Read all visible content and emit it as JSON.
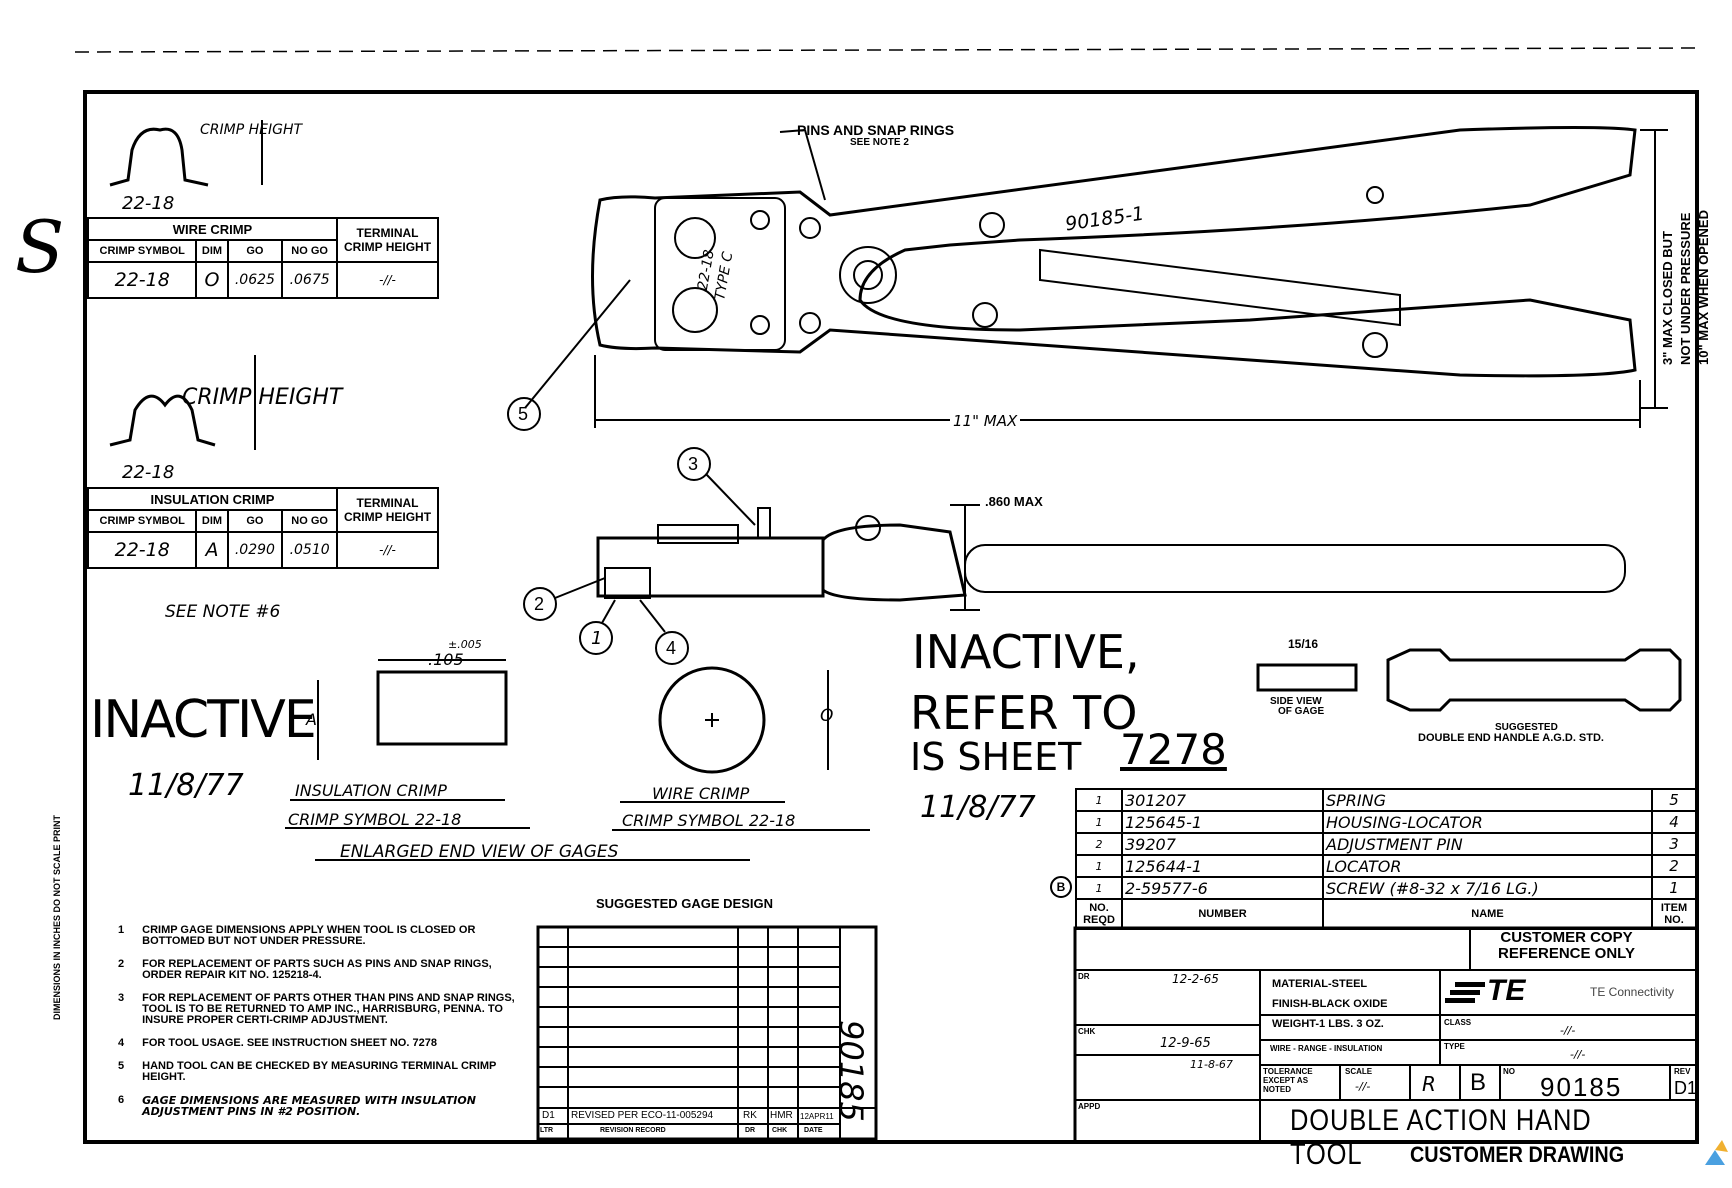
{
  "wire_crimp": {
    "detail_label": "CRIMP HEIGHT",
    "size": "22-18",
    "title": "WIRE CRIMP",
    "terminal_header": "TERMINAL CRIMP HEIGHT",
    "headers": [
      "CRIMP SYMBOL",
      "DIM",
      "GO",
      "NO GO"
    ],
    "row": [
      "22-18",
      "O",
      ".0625",
      ".0675"
    ],
    "terminal_value": "-//-"
  },
  "insulation_crimp": {
    "detail_label": "CRIMP HEIGHT",
    "size": "22-18",
    "title": "INSULATION CRIMP",
    "terminal_header": "TERMINAL CRIMP HEIGHT",
    "headers": [
      "CRIMP SYMBOL",
      "DIM",
      "GO",
      "NO GO"
    ],
    "row": [
      "22-18",
      "A",
      ".0290",
      ".0510"
    ],
    "terminal_value": "-//-",
    "see_note": "SEE NOTE #6"
  },
  "tool": {
    "pins_label": "PINS AND SNAP RINGS",
    "pins_sub": "SEE NOTE 2",
    "part_no": "90185-1",
    "die_marking": "22-18",
    "die_type": "TYPE C",
    "length": "11\" MAX",
    "opening_1": "3\" MAX CLOSED BUT",
    "opening_2": "NOT UNDER PRESSURE",
    "opening_3": "10\" MAX WHEN OPENED",
    "thickness": ".860 MAX",
    "callouts": [
      "1",
      "2",
      "3",
      "4",
      "5"
    ]
  },
  "gages": {
    "tolerance": "±.005",
    "width": ".105",
    "dim_a": "A",
    "dim_o": "O",
    "insulation_title": "INSULATION CRIMP",
    "insulation_symbol": "CRIMP SYMBOL 22-18",
    "wire_title": "WIRE CRIMP",
    "wire_symbol": "CRIMP SYMBOL 22-18",
    "section_title": "ENLARGED END VIEW OF GAGES",
    "side_dim": "15/16",
    "side_label_1": "SIDE VIEW",
    "side_label_2": "OF GAGE",
    "handle_label_1": "SUGGESTED",
    "handle_label_2": "DOUBLE END HANDLE A.G.D. STD.",
    "suggested_title": "SUGGESTED GAGE DESIGN"
  },
  "stamps": {
    "inactive_left": "INACTIVE",
    "date_left": "11/8/77",
    "inactive_right_1": "INACTIVE,",
    "inactive_right_2": "REFER TO",
    "inactive_right_3": "IS SHEET",
    "sheet_ref": "7278",
    "date_right": "11/8/77",
    "margin_mark": "S"
  },
  "parts": [
    {
      "qty": "1",
      "number": "301207",
      "name": "SPRING",
      "item": "5"
    },
    {
      "qty": "1",
      "number": "125645-1",
      "name": "HOUSING-LOCATOR",
      "item": "4"
    },
    {
      "qty": "2",
      "number": "39207",
      "name": "ADJUSTMENT PIN",
      "item": "3"
    },
    {
      "qty": "1",
      "number": "125644-1",
      "name": "LOCATOR",
      "item": "2"
    },
    {
      "qty": "1",
      "number": "2-59577-6",
      "name": "SCREW (#8-32 x 7/16 LG.)",
      "item": "1"
    }
  ],
  "parts_headers": {
    "qty": "NO. REQD",
    "number": "NUMBER",
    "name": "NAME",
    "item": "ITEM NO."
  },
  "rev_marker": "B",
  "notes": [
    {
      "n": "1",
      "text": "CRIMP GAGE DIMENSIONS APPLY WHEN TOOL IS CLOSED OR BOTTOMED BUT NOT UNDER PRESSURE."
    },
    {
      "n": "2",
      "text": "FOR REPLACEMENT OF PARTS SUCH AS PINS AND SNAP RINGS, ORDER REPAIR KIT NO. 125218-4."
    },
    {
      "n": "3",
      "text": "FOR REPLACEMENT OF PARTS OTHER THAN PINS AND SNAP RINGS, TOOL IS TO BE RETURNED TO AMP INC., HARRISBURG, PENNA. TO INSURE PROPER CERTI-CRIMP ADJUSTMENT."
    },
    {
      "n": "4",
      "text": "FOR TOOL USAGE. SEE INSTRUCTION SHEET NO. 7278"
    },
    {
      "n": "5",
      "text": "HAND TOOL CAN BE CHECKED BY MEASURING TERMINAL CRIMP HEIGHT."
    },
    {
      "n": "6",
      "text": "GAGE DIMENSIONS ARE MEASURED WITH INSULATION ADJUSTMENT PINS IN #2 POSITION."
    }
  ],
  "revision": {
    "ltr": "D1",
    "record": "REVISED PER ECO-11-005294",
    "dr": "RK",
    "chk": "HMR",
    "date": "12APR11",
    "headers": [
      "LTR",
      "REVISION RECORD",
      "DR",
      "CHK",
      "DATE"
    ],
    "vertical_no": "90185"
  },
  "title_block": {
    "customer_copy_1": "CUSTOMER COPY",
    "customer_copy_2": "REFERENCE ONLY",
    "material": "MATERIAL-STEEL",
    "finish": "FINISH-BLACK OXIDE",
    "weight": "WEIGHT-1 LBS. 3 OZ.",
    "wire_range": "WIRE - RANGE - INSULATION",
    "tolerance": "TOLERANCE EXCEPT AS NOTED",
    "scale_label": "SCALE",
    "scale_value": "-//-",
    "class_label": "CLASS",
    "class_value": "-//-",
    "type_label": "TYPE",
    "type_value": "-//-",
    "size": "B",
    "loc": "R",
    "no_label": "NO",
    "drawing_no": "90185",
    "rev_label": "REV",
    "rev": "D1",
    "title": "DOUBLE ACTION HAND TOOL",
    "footer": "CUSTOMER DRAWING",
    "company": "TE Connectivity",
    "logo": "TE",
    "date_1": "12-2-65",
    "date_2": "12-9-65",
    "date_3": "11-8-67",
    "dr_label": "DR",
    "chk_label": "CHK",
    "appd_label": "APPD"
  },
  "margin_vertical": "DIMENSIONS IN INCHES DO NOT SCALE PRINT"
}
